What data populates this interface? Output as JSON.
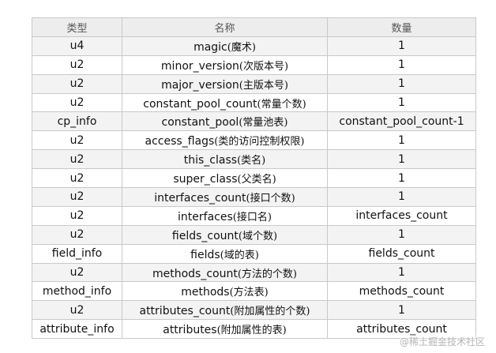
{
  "headers": [
    "类型",
    "名称",
    "数量"
  ],
  "rows": [
    {
      "type": "u4",
      "name": "magic",
      "desc": "(魔术)",
      "count": "1"
    },
    {
      "type": "u2",
      "name": "minor_version",
      "desc": "(次版本号)",
      "count": "1"
    },
    {
      "type": "u2",
      "name": "major_version",
      "desc": "(主版本号)",
      "count": "1"
    },
    {
      "type": "u2",
      "name": "constant_pool_count",
      "desc": "(常量个数)",
      "count": "1"
    },
    {
      "type": "cp_info",
      "name": "constant_pool",
      "desc": "(常量池表)",
      "count": "constant_pool_count-1"
    },
    {
      "type": "u2",
      "name": "access_flags",
      "desc": "(类的访问控制权限)",
      "count": "1"
    },
    {
      "type": "u2",
      "name": "this_class",
      "desc": "(类名)",
      "count": "1"
    },
    {
      "type": "u2",
      "name": "super_class",
      "desc": "(父类名)",
      "count": "1"
    },
    {
      "type": "u2",
      "name": "interfaces_count",
      "desc": "(接口个数)",
      "count": "1"
    },
    {
      "type": "u2",
      "name": "interfaces",
      "desc": "(接口名)",
      "count": "interfaces_count"
    },
    {
      "type": "u2",
      "name": "fields_count",
      "desc": "(域个数)",
      "count": "1"
    },
    {
      "type": "field_info",
      "name": "fields",
      "desc": "(域的表)",
      "count": "fields_count"
    },
    {
      "type": "u2",
      "name": "methods_count",
      "desc": "(方法的个数)",
      "count": "1"
    },
    {
      "type": "method_info",
      "name": "methods",
      "desc": "(方法表)",
      "count": "methods_count"
    },
    {
      "type": "u2",
      "name": "attributes_count",
      "desc": "(附加属性的个数)",
      "count": "1"
    },
    {
      "type": "attribute_info",
      "name": "attributes",
      "desc": "(附加属性的表)",
      "count": "attributes_count"
    }
  ],
  "watermark": "@稀土掘金技术社区"
}
